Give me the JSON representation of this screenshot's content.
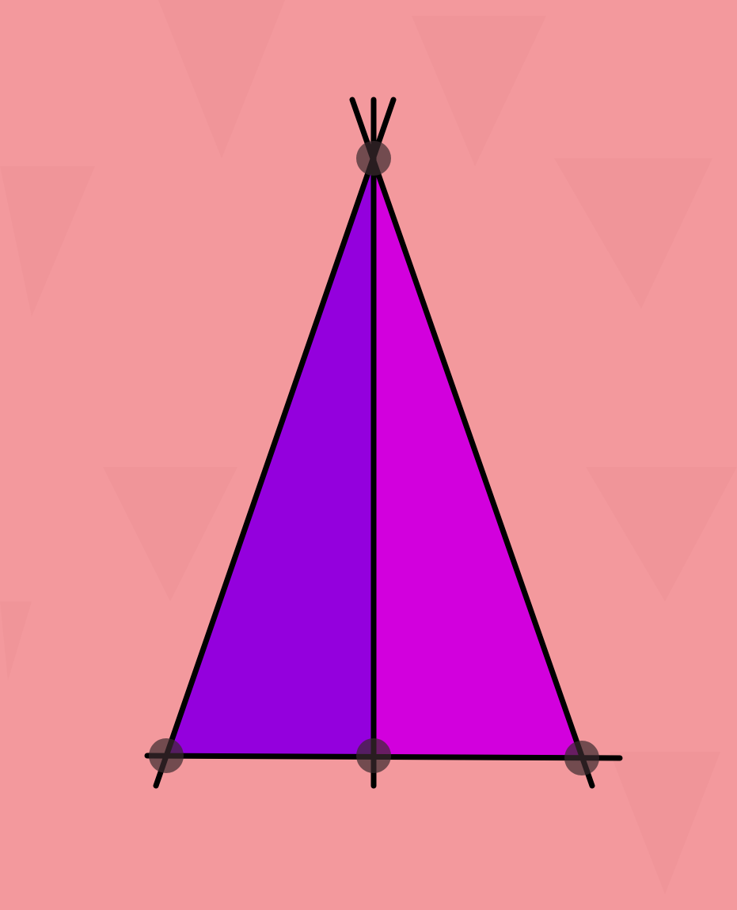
{
  "colors": {
    "background": "#f3999d",
    "background_pattern": "#ec8f93",
    "left_half_fill": "#9400dd",
    "right_half_fill": "#d200dd",
    "line_stroke": "#000000",
    "point_fill": "#3a2a2e"
  },
  "diagram": {
    "shape": "isosceles triangle divided by its altitude into two right triangles",
    "regions": [
      "left-half",
      "right-half"
    ],
    "lines": [
      "left-side",
      "right-side",
      "base",
      "altitude"
    ],
    "points": [
      "apex",
      "base-left",
      "base-midpoint",
      "base-right"
    ]
  }
}
